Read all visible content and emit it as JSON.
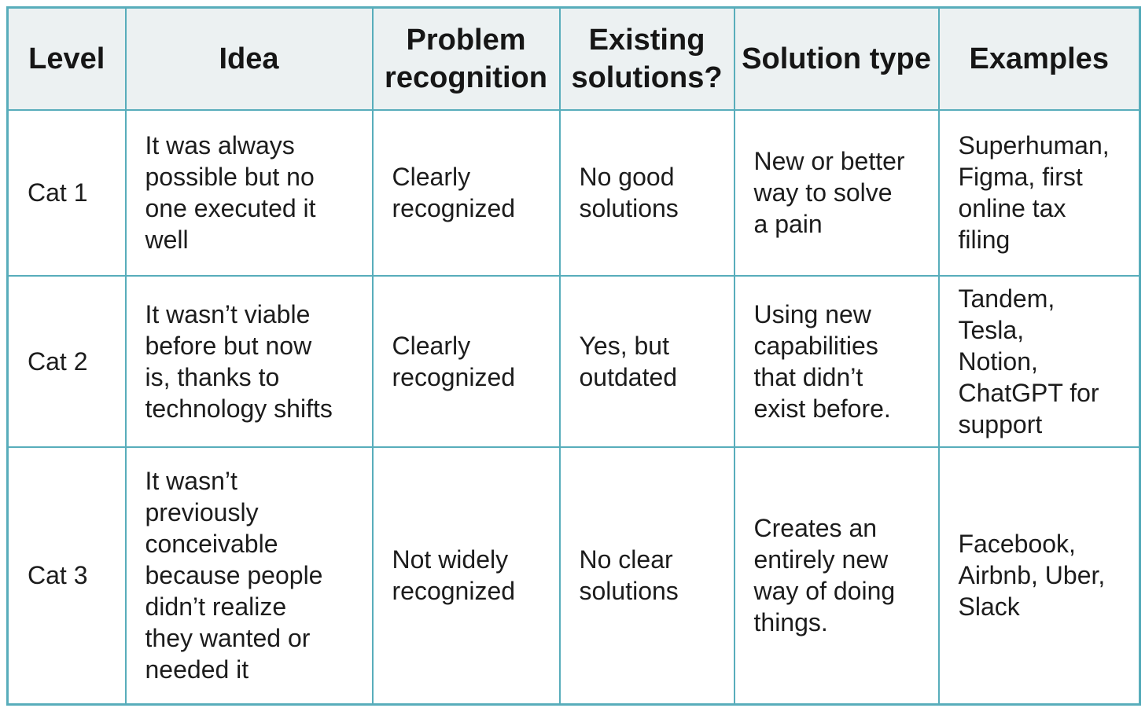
{
  "colors": {
    "border": "#58adbb",
    "header_bg": "#ecf1f2",
    "level_column_bg": "#f5f7f7",
    "cell_bg": "#ffffff",
    "text": "#1c1c1c"
  },
  "table": {
    "columns": [
      {
        "key": "level",
        "label": "Level"
      },
      {
        "key": "idea",
        "label": "Idea"
      },
      {
        "key": "problem",
        "label": "Problem recognition"
      },
      {
        "key": "existing",
        "label": "Existing solutions?"
      },
      {
        "key": "solution",
        "label": "Solution type"
      },
      {
        "key": "examples",
        "label": "Examples"
      }
    ],
    "rows": [
      {
        "level": "Cat 1",
        "idea": "It was always possible but no one executed it well",
        "problem": "Clearly recognized",
        "existing": "No good solutions",
        "solution": "New or better way to solve a pain",
        "examples": "Superhuman, Figma, first online tax filing"
      },
      {
        "level": "Cat 2",
        "idea": "It wasn’t viable before but now is, thanks to technology shifts",
        "problem": "Clearly recognized",
        "existing": "Yes, but outdated",
        "solution": "Using new capabilities that didn’t exist before.",
        "examples": "Tandem, Tesla, Notion, ChatGPT for support"
      },
      {
        "level": "Cat 3",
        "idea": "It wasn’t previously conceivable because people didn’t realize they wanted or needed it",
        "problem": "Not widely recognized",
        "existing": "No clear solutions",
        "solution": "Creates an entirely new way of doing things.",
        "examples": "Facebook, Airbnb, Uber, Slack"
      }
    ]
  }
}
